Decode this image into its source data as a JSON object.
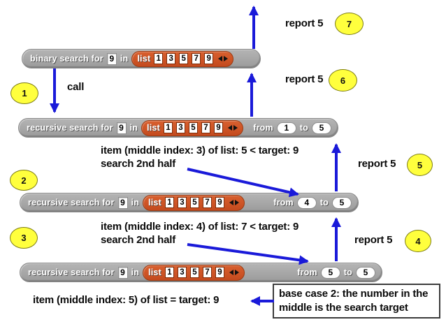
{
  "colors": {
    "arrow_blue": "#1a1ad9",
    "block_gray": "#a4a4a4",
    "list_orange": "#cf5226",
    "badge_yellow": "#ffff3d"
  },
  "blocks": {
    "binary": {
      "prefix": "binary search for",
      "target": "9",
      "in_label": "in",
      "list_label": "list",
      "items": [
        "1",
        "3",
        "5",
        "7",
        "9"
      ]
    },
    "rec1": {
      "prefix": "recursive search for",
      "target": "9",
      "in_label": "in",
      "list_label": "list",
      "items": [
        "1",
        "3",
        "5",
        "7",
        "9"
      ],
      "from_label": "from",
      "from_value": "1",
      "to_label": "to",
      "to_value": "5"
    },
    "rec2": {
      "prefix": "recursive search for",
      "target": "9",
      "in_label": "in",
      "list_label": "list",
      "items": [
        "1",
        "3",
        "5",
        "7",
        "9"
      ],
      "from_label": "from",
      "from_value": "4",
      "to_label": "to",
      "to_value": "5"
    },
    "rec3": {
      "prefix": "recursive search for",
      "target": "9",
      "in_label": "in",
      "list_label": "list",
      "items": [
        "1",
        "3",
        "5",
        "7",
        "9"
      ],
      "from_label": "from",
      "from_value": "5",
      "to_label": "to",
      "to_value": "5"
    }
  },
  "steps": {
    "s1": "1",
    "s2": "2",
    "s3": "3",
    "s4": "4",
    "s5": "5",
    "s6": "6",
    "s7": "7"
  },
  "labels": {
    "call": "call",
    "report_top": "report 5",
    "report_mid": "report 5",
    "report_level2": "report 5",
    "report_level3": "report 5"
  },
  "annotations": {
    "level1_compare": "item (middle index: 3) of list: 5 < target: 9",
    "level1_action": "search 2nd half",
    "level2_compare": "item (middle index: 4) of list: 7 < target: 9",
    "level2_action": "search 2nd half",
    "base_result": "item (middle index: 5) of list = target: 9",
    "note": "base case 2: the number in the middle is the search target"
  }
}
